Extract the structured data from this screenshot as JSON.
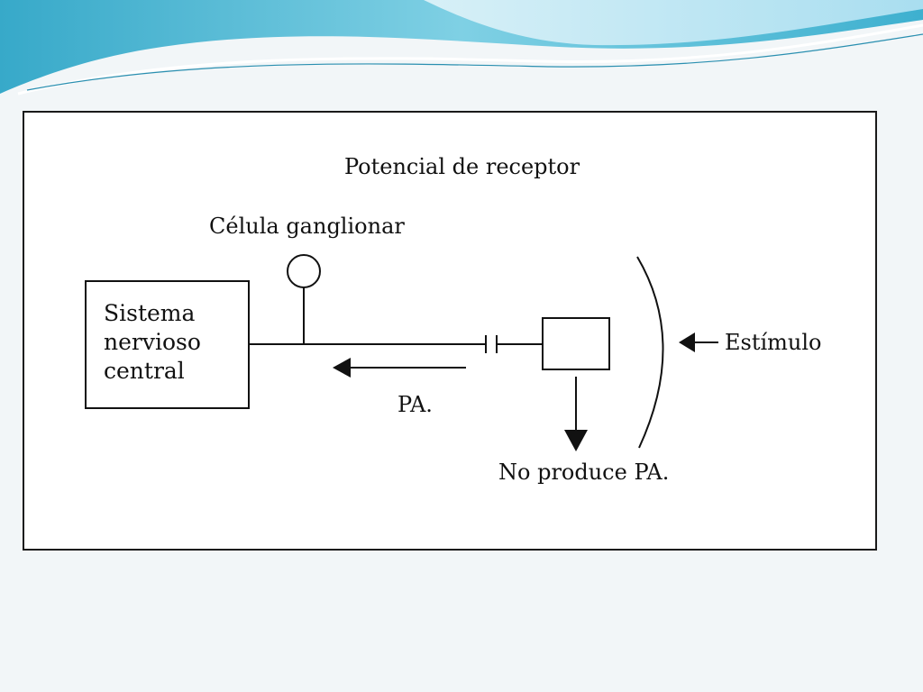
{
  "diagram": {
    "title": "Potencial de receptor",
    "ganglion_cell_label": "Célula ganglionar",
    "cns_label": "Sistema nervioso central",
    "pa_label": "PA.",
    "stimulus_label": "Estímulo",
    "no_pa_label": "No produce PA."
  },
  "colors": {
    "ink": "#111111",
    "frame_background": "#ffffff",
    "slide_background": "#f2f6f8",
    "header_wave_light": "#bfe6f2",
    "header_wave_mid": "#6fc8de",
    "header_wave_dark": "#2ea6c6"
  }
}
